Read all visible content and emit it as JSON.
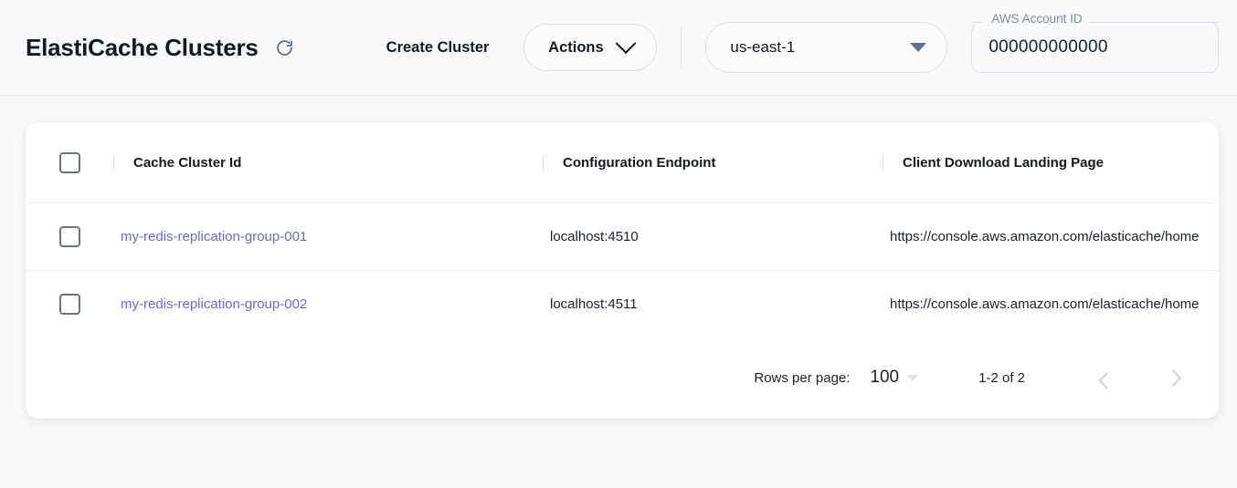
{
  "header": {
    "title": "ElastiCache Clusters",
    "refresh_icon": "refresh-icon",
    "create_button": "Create Cluster",
    "actions_button": "Actions",
    "actions_icon": "chevron-down-icon",
    "region": {
      "value": "us-east-1",
      "icon": "triangle-down-icon"
    },
    "account": {
      "label": "AWS Account ID",
      "value": "000000000000"
    }
  },
  "table": {
    "columns": [
      {
        "key": "select",
        "label": ""
      },
      {
        "key": "cluster_id",
        "label": "Cache Cluster Id"
      },
      {
        "key": "configuration_endpoint",
        "label": "Configuration Endpoint"
      },
      {
        "key": "client_download_landing_page",
        "label": "Client Download Landing Page"
      }
    ],
    "rows": [
      {
        "cluster_id": "my-redis-replication-group-001",
        "configuration_endpoint": "localhost:4510",
        "client_download_landing_page": "https://console.aws.amazon.com/elasticache/home"
      },
      {
        "cluster_id": "my-redis-replication-group-002",
        "configuration_endpoint": "localhost:4511",
        "client_download_landing_page": "https://console.aws.amazon.com/elasticache/home"
      }
    ]
  },
  "pagination": {
    "rows_per_page_label": "Rows per page:",
    "rows_per_page_value": "100",
    "range_label": "1-2 of 2",
    "prev_icon": "chevron-left-icon",
    "next_icon": "chevron-right-icon"
  },
  "colors": {
    "page_background": "#f7f8fa",
    "card_background": "#ffffff",
    "link": "#6f66d6",
    "text": "#141821",
    "muted": "#7e8a9c",
    "border": "#dde0e6"
  }
}
